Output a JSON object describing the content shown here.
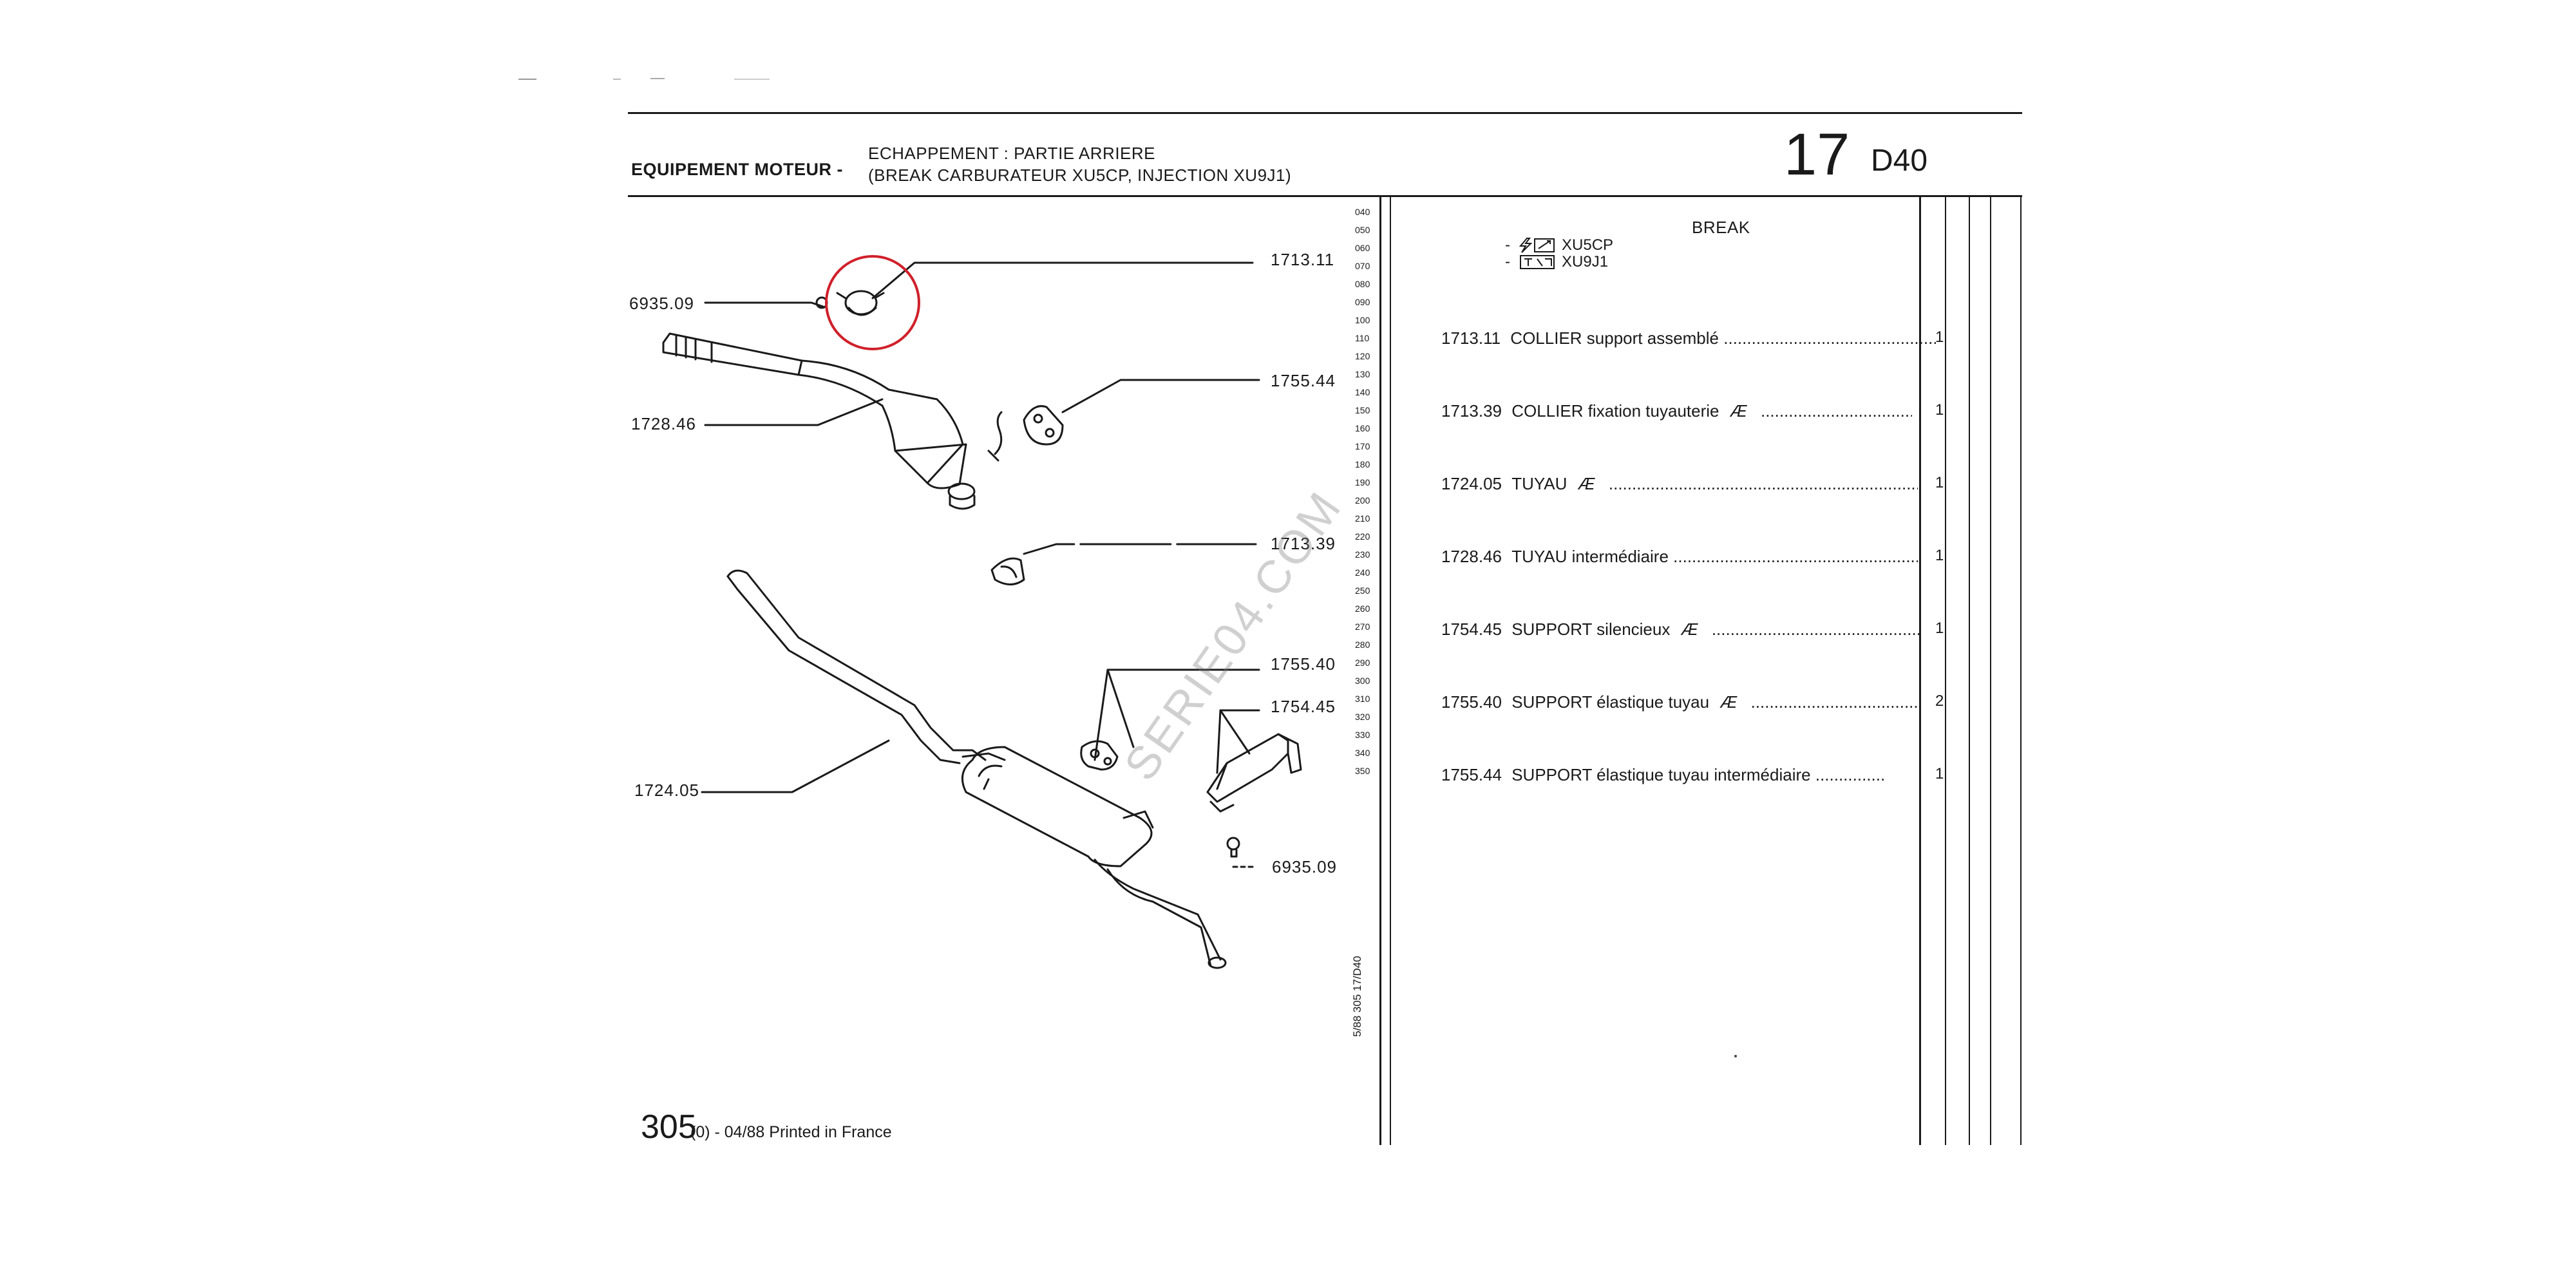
{
  "header": {
    "section": "EQUIPEMENT MOTEUR -",
    "sub1": "ECHAPPEMENT : PARTIE ARRIERE",
    "sub2": "(BREAK CARBURATEUR XU5CP, INJECTION XU9J1)",
    "page_number": "17",
    "page_code": "D40"
  },
  "diagram": {
    "labels": {
      "l_171311": "1713.11",
      "l_693509a": "6935.09",
      "l_172846": "1728.46",
      "l_175544": "1755.44",
      "l_171339": "1713.39",
      "l_175540": "1755.40",
      "l_175445": "1754.45",
      "l_172405": "1724.05",
      "l_693509b": "6935.09"
    },
    "highlight_color": "#d0202a"
  },
  "codes": [
    "040",
    "050",
    "060",
    "070",
    "080",
    "090",
    "100",
    "110",
    "120",
    "130",
    "140",
    "150",
    "160",
    "170",
    "180",
    "190",
    "200",
    "210",
    "220",
    "230",
    "240",
    "250",
    "260",
    "270",
    "280",
    "290",
    "300",
    "310",
    "320",
    "330",
    "340",
    "350"
  ],
  "vertical_ref": "5/88 305 17/D40",
  "watermark": "SERIE04.COM",
  "table": {
    "title": "BREAK",
    "legend": [
      {
        "prefix": "-",
        "label": "XU5CP"
      },
      {
        "prefix": "-",
        "label": "XU9J1"
      }
    ],
    "parts": [
      {
        "ref": "1713.11",
        "desc": "COLLIER support assemblé",
        "ar": "",
        "qty": "1"
      },
      {
        "ref": "1713.39",
        "desc": "COLLIER fixation tuyauterie",
        "ar": "Æ",
        "qty": "1"
      },
      {
        "ref": "1724.05",
        "desc": "TUYAU",
        "ar": "Æ",
        "qty": "1"
      },
      {
        "ref": "1728.46",
        "desc": "TUYAU intermédiaire",
        "ar": "",
        "qty": "1"
      },
      {
        "ref": "1754.45",
        "desc": "SUPPORT silencieux",
        "ar": "Æ",
        "qty": "1"
      },
      {
        "ref": "1755.40",
        "desc": "SUPPORT élastique tuyau",
        "ar": "Æ",
        "qty": "2"
      },
      {
        "ref": "1755.44",
        "desc": "SUPPORT élastique tuyau intermédiaire",
        "ar": "",
        "qty": "1"
      }
    ]
  },
  "footer": {
    "num": "305",
    "rest": "(0) - 04/88 Printed in France"
  }
}
